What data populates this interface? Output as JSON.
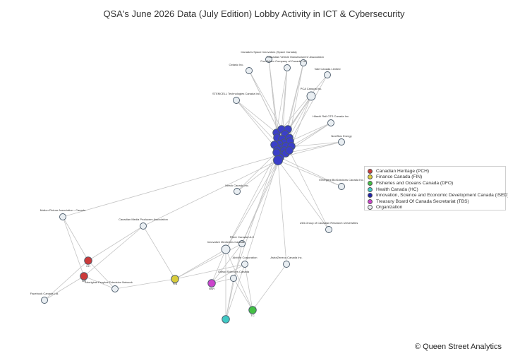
{
  "title": "QSA's June 2026 Data (July Edition) Lobby Activity in ICT & Cybersecurity",
  "footer": "© Queen Street Analytics",
  "legend": [
    {
      "label": "Canadian Heritage (PCH)",
      "color": "#cc3a3a"
    },
    {
      "label": "Finance Canada (FIN)",
      "color": "#d9cc3a"
    },
    {
      "label": "Fisheries and Oceans Canada (DFO)",
      "color": "#44c044"
    },
    {
      "label": "Health Canada (HC)",
      "color": "#3fc9c4"
    },
    {
      "label": "Innovation, Science and Economic Development Canada (ISED)",
      "color": "#2222aa"
    },
    {
      "label": "Treasury Board Of Canada Secretariat (TBS)",
      "color": "#cc44cc"
    },
    {
      "label": "Organization",
      "color": "#e9eef2"
    }
  ],
  "nodes": [
    {
      "id": "o1",
      "label": "Canada's Space Innovators (Space Canada)",
      "kind": "org",
      "size": "s"
    },
    {
      "id": "o2",
      "label": "Canadian Vehicle Manufacturers' Association",
      "kind": "org",
      "size": "s"
    },
    {
      "id": "o3",
      "label": "Ford Motor Company of Canada, Ltd",
      "kind": "org",
      "size": "s"
    },
    {
      "id": "o4",
      "label": "Octasic Inc.",
      "kind": "org",
      "size": "s"
    },
    {
      "id": "o5",
      "label": "Vale Canada Limited",
      "kind": "org",
      "size": "s"
    },
    {
      "id": "o6",
      "label": "PCA Canada Inc.",
      "kind": "org",
      "size": "m"
    },
    {
      "id": "o7",
      "label": "STEMCELL Technologies Canada Inc.",
      "kind": "org",
      "size": "s"
    },
    {
      "id": "o8",
      "label": "Hitachi Rail GTS Canada Inc.",
      "kind": "org",
      "size": "s"
    },
    {
      "id": "o9",
      "label": "NextStar Energy",
      "kind": "org",
      "size": "s"
    },
    {
      "id": "o10",
      "label": "Emergent BioSolutions Canada Inc.",
      "kind": "org",
      "size": "s"
    },
    {
      "id": "o11",
      "label": "Merck Canada Inc.",
      "kind": "org",
      "size": "s"
    },
    {
      "id": "o12",
      "label": "Motion Picture Association - Canada",
      "kind": "org",
      "size": "s"
    },
    {
      "id": "o13",
      "label": "Canadian Media Producers Association",
      "kind": "org",
      "size": "s"
    },
    {
      "id": "o14",
      "label": "U15-Group of Canadian Research Universities",
      "kind": "org",
      "size": "s"
    },
    {
      "id": "o15",
      "label": "Pfizer Canada ULC",
      "kind": "org",
      "size": "s"
    },
    {
      "id": "o16",
      "label": "Innovative Medicines Canada",
      "kind": "org",
      "size": "m"
    },
    {
      "id": "o17",
      "label": "AbbVie Corporation",
      "kind": "org",
      "size": "s"
    },
    {
      "id": "o18",
      "label": "AstraZeneca Canada Inc.",
      "kind": "org",
      "size": "s"
    },
    {
      "id": "o19",
      "label": "Gilead Sciences Canada",
      "kind": "org",
      "size": "s"
    },
    {
      "id": "o20",
      "label": "Aboriginal Peoples Television Network",
      "kind": "org",
      "size": "s"
    },
    {
      "id": "o21",
      "label": "Facebook Canada Ltd.",
      "kind": "org",
      "size": "s"
    },
    {
      "id": "g_pch1",
      "label": "CH",
      "kind": "pch",
      "size": "m"
    },
    {
      "id": "g_pch2",
      "label": "BH",
      "kind": "pch",
      "size": "m"
    },
    {
      "id": "g_fin",
      "label": "FIN",
      "kind": "fin",
      "size": "m"
    },
    {
      "id": "g_tbs",
      "label": "BWI",
      "kind": "tbs",
      "size": "m"
    },
    {
      "id": "g_hc",
      "label": "",
      "kind": "hc",
      "size": "m"
    },
    {
      "id": "g_dfo",
      "label": "TC",
      "kind": "dfo",
      "size": "m"
    },
    {
      "id": "i1",
      "label": "",
      "kind": "ised",
      "size": "m"
    },
    {
      "id": "i2",
      "label": "",
      "kind": "ised",
      "size": "m"
    },
    {
      "id": "i3",
      "label": "",
      "kind": "ised",
      "size": "m"
    },
    {
      "id": "i4",
      "label": "",
      "kind": "ised",
      "size": "m"
    },
    {
      "id": "i5",
      "label": "",
      "kind": "ised",
      "size": "m"
    },
    {
      "id": "i6",
      "label": "",
      "kind": "ised",
      "size": "m"
    },
    {
      "id": "i7",
      "label": "",
      "kind": "ised",
      "size": "m"
    },
    {
      "id": "i8",
      "label": "",
      "kind": "ised",
      "size": "m"
    },
    {
      "id": "i9",
      "label": "",
      "kind": "ised",
      "size": "m"
    },
    {
      "id": "i10",
      "label": "",
      "kind": "ised",
      "size": "m"
    },
    {
      "id": "i11",
      "label": "",
      "kind": "ised",
      "size": "m"
    },
    {
      "id": "i12",
      "label": "",
      "kind": "ised",
      "size": "m"
    },
    {
      "id": "i13",
      "label": "",
      "kind": "ised",
      "size": "m"
    },
    {
      "id": "i14",
      "label": "",
      "kind": "ised",
      "size": "m"
    },
    {
      "id": "i15",
      "label": "",
      "kind": "ised",
      "size": "m"
    },
    {
      "id": "i16",
      "label": "",
      "kind": "ised",
      "size": "m"
    },
    {
      "id": "i17",
      "label": "",
      "kind": "ised",
      "size": "m"
    },
    {
      "id": "i18",
      "label": "",
      "kind": "ised",
      "size": "m"
    },
    {
      "id": "i19",
      "label": "",
      "kind": "ised",
      "size": "m"
    },
    {
      "id": "i20",
      "label": "",
      "kind": "ised",
      "size": "m"
    },
    {
      "id": "i21",
      "label": "",
      "kind": "ised",
      "size": "m"
    },
    {
      "id": "i22",
      "label": "",
      "kind": "ised",
      "size": "l"
    }
  ],
  "edges": [
    [
      "o1",
      "i1"
    ],
    [
      "o1",
      "i5"
    ],
    [
      "o1",
      "i9"
    ],
    [
      "o2",
      "i2"
    ],
    [
      "o2",
      "i6"
    ],
    [
      "o2",
      "i11"
    ],
    [
      "o3",
      "i3"
    ],
    [
      "o3",
      "i7"
    ],
    [
      "o3",
      "i12"
    ],
    [
      "o4",
      "i4"
    ],
    [
      "o4",
      "i8"
    ],
    [
      "o4",
      "i13"
    ],
    [
      "o5",
      "i2"
    ],
    [
      "o5",
      "i10"
    ],
    [
      "o6",
      "i3"
    ],
    [
      "o6",
      "i6"
    ],
    [
      "o6",
      "i9"
    ],
    [
      "o6",
      "i14"
    ],
    [
      "o6",
      "i17"
    ],
    [
      "o7",
      "i1"
    ],
    [
      "o7",
      "i15"
    ],
    [
      "o7",
      "i16"
    ],
    [
      "o8",
      "i10"
    ],
    [
      "o8",
      "i14"
    ],
    [
      "o8",
      "i19"
    ],
    [
      "o9",
      "i12"
    ],
    [
      "o9",
      "i20"
    ],
    [
      "o9",
      "i18"
    ],
    [
      "o10",
      "i20"
    ],
    [
      "o10",
      "i22"
    ],
    [
      "o11",
      "i22"
    ],
    [
      "o11",
      "i21"
    ],
    [
      "o14",
      "i22"
    ],
    [
      "o14",
      "i19"
    ],
    [
      "o15",
      "i22"
    ],
    [
      "o15",
      "i16"
    ],
    [
      "o16",
      "i22"
    ],
    [
      "o16",
      "i21"
    ],
    [
      "o17",
      "i22"
    ],
    [
      "o18",
      "i22"
    ],
    [
      "o19",
      "i21"
    ],
    [
      "o12",
      "i18"
    ],
    [
      "o13",
      "i22"
    ],
    [
      "o12",
      "g_pch1"
    ],
    [
      "o12",
      "g_pch2"
    ],
    [
      "o13",
      "g_pch1"
    ],
    [
      "o13",
      "g_pch2"
    ],
    [
      "o13",
      "g_fin"
    ],
    [
      "o20",
      "g_pch1"
    ],
    [
      "o20",
      "g_pch2"
    ],
    [
      "o21",
      "g_pch1"
    ],
    [
      "o21",
      "g_pch2"
    ],
    [
      "o20",
      "g_fin"
    ],
    [
      "o16",
      "g_fin"
    ],
    [
      "o15",
      "g_fin"
    ],
    [
      "o17",
      "g_fin"
    ],
    [
      "o16",
      "g_tbs"
    ],
    [
      "o15",
      "g_tbs"
    ],
    [
      "o17",
      "g_tbs"
    ],
    [
      "o19",
      "g_tbs"
    ],
    [
      "o16",
      "g_hc"
    ],
    [
      "o15",
      "g_hc"
    ],
    [
      "o19",
      "g_hc"
    ],
    [
      "o17",
      "g_hc"
    ],
    [
      "o16",
      "g_dfo"
    ],
    [
      "o19",
      "g_dfo"
    ],
    [
      "o18",
      "g_dfo"
    ],
    [
      "o17",
      "g_dfo"
    ]
  ]
}
